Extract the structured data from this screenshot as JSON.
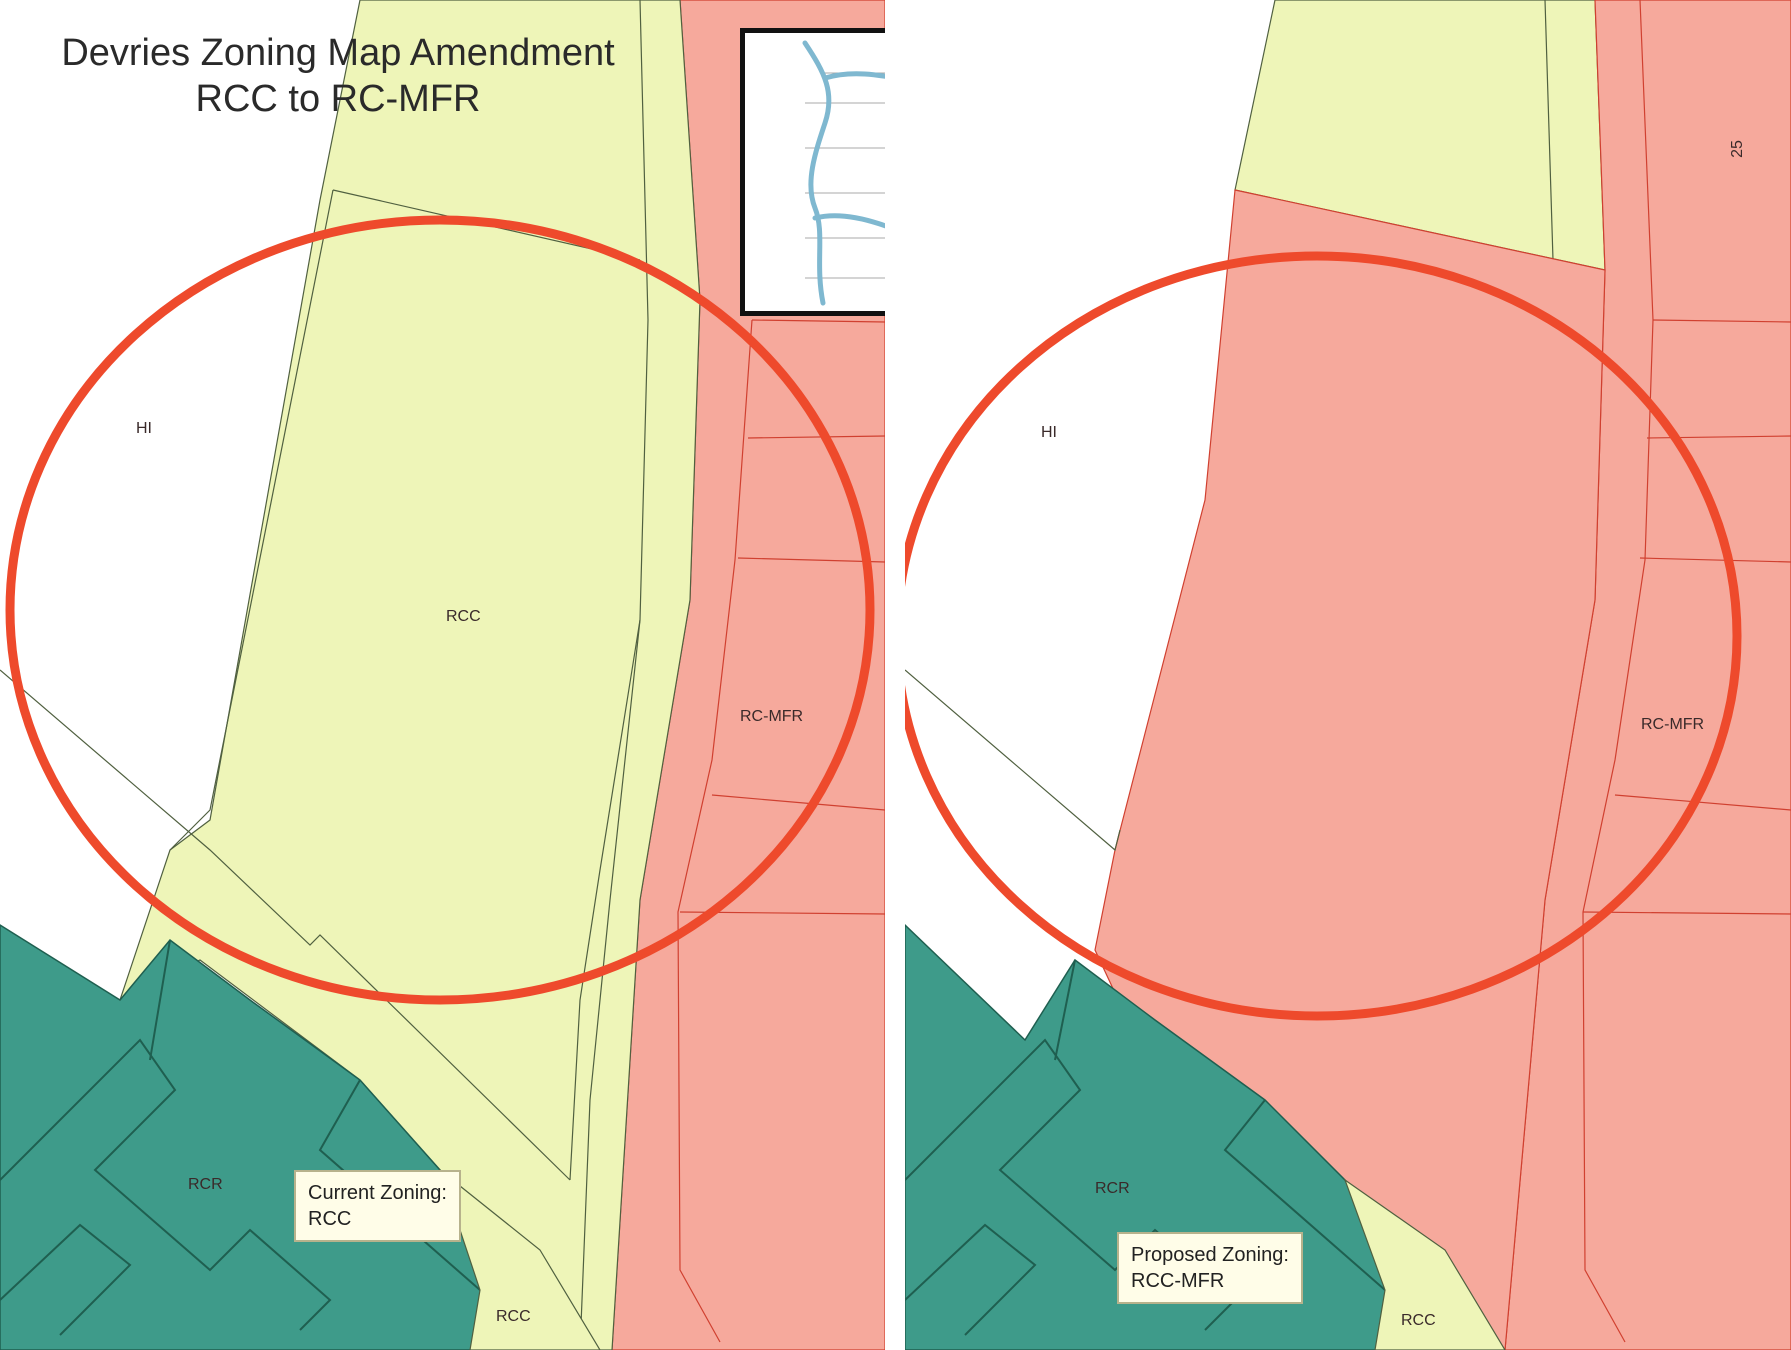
{
  "title": {
    "line1": "Devries Zoning Map Amendment",
    "line2": "RCC to RC-MFR"
  },
  "colors": {
    "hi": "#ffffff",
    "rcc": "#eef5b8",
    "rc_mfr": "#f6a99c",
    "rcr": "#3e9b8a",
    "highlight_circle": "#ee4a2c",
    "river": "#7fb8d0"
  },
  "current_map": {
    "labels": {
      "hi": "HI",
      "rcc_main": "RCC",
      "rc_mfr": "RC-MFR",
      "rcr": "RCR",
      "rcc_bottom": "RCC"
    },
    "note": {
      "line1": "Current Zoning:",
      "line2": "RCC"
    }
  },
  "proposed_map": {
    "labels": {
      "hi": "HI",
      "rc_mfr": "RC-MFR",
      "rcr": "RCR",
      "rcc_bottom": "RCC",
      "road_number": "25"
    },
    "note": {
      "line1": "Proposed Zoning:",
      "line2": "RCC-MFR"
    }
  }
}
